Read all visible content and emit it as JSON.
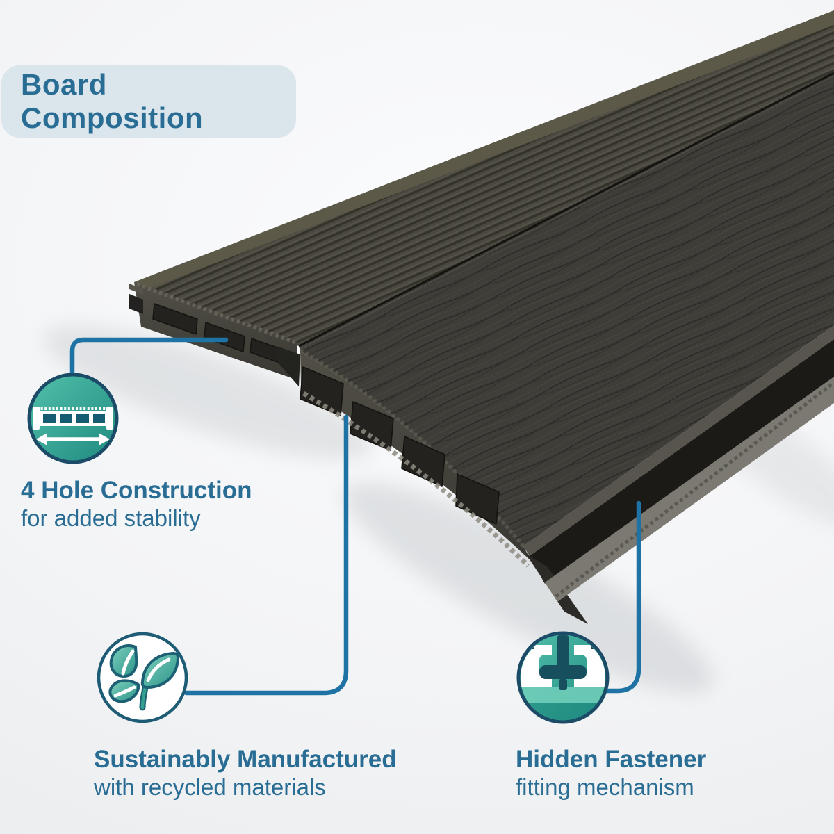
{
  "title": "Board Composition",
  "features": [
    {
      "id": "four-hole-construction",
      "heading": "4 Hole Construction",
      "subheading": "for added stability",
      "icon": "four-hole-board-icon"
    },
    {
      "id": "sustainably-manufactured",
      "heading": "Sustainably Manufactured",
      "subheading": "with recycled materials",
      "icon": "recycled-leaves-icon"
    },
    {
      "id": "hidden-fastener",
      "heading": "Hidden Fastener",
      "subheading": "fitting mechanism",
      "icon": "hidden-fastener-icon"
    }
  ],
  "colors": {
    "accent_blue": "#2a6d94",
    "connector_blue": "#1f73a4",
    "badge_bg": "#dbe5ec",
    "icon_teal": "#35ad9b",
    "icon_teal_dark": "#1f8a80",
    "icon_border": "#1b4b66",
    "leaf_outline": "#1d6073",
    "board_dark": "#3d3c37",
    "board_face": "#45443c",
    "hole_dark": "#23221f"
  }
}
